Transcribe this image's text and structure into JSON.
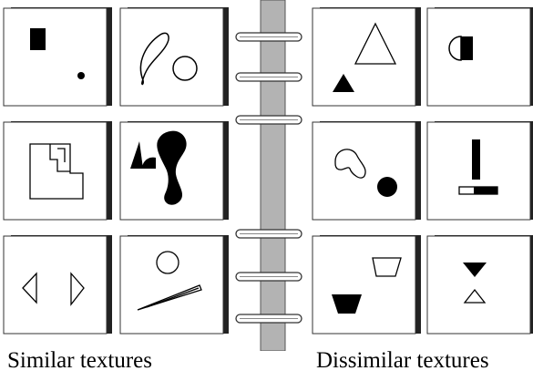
{
  "captions": {
    "left": "Similar textures",
    "right": "Dissimilar textures"
  },
  "groups": {
    "similar": {
      "cards": [
        {
          "icon": "square-and-dot-icon"
        },
        {
          "icon": "loop-and-circle-icon"
        },
        {
          "icon": "outline-l-shape-icon"
        },
        {
          "icon": "blob-and-triangle-icon"
        },
        {
          "icon": "pair-of-outline-triangles-icon"
        },
        {
          "icon": "circle-and-wedge-icon"
        }
      ]
    },
    "dissimilar": {
      "cards": [
        {
          "icon": "outline-and-filled-triangles-icon"
        },
        {
          "icon": "half-circle-and-bar-icon"
        },
        {
          "icon": "bean-and-dot-icon"
        },
        {
          "icon": "bar-on-base-icon"
        },
        {
          "icon": "trapezoid-pair-icon"
        },
        {
          "icon": "triangle-pair-icon"
        }
      ]
    }
  },
  "binder": {
    "spine_color": "#b3b3b3",
    "ring_count": 6
  }
}
